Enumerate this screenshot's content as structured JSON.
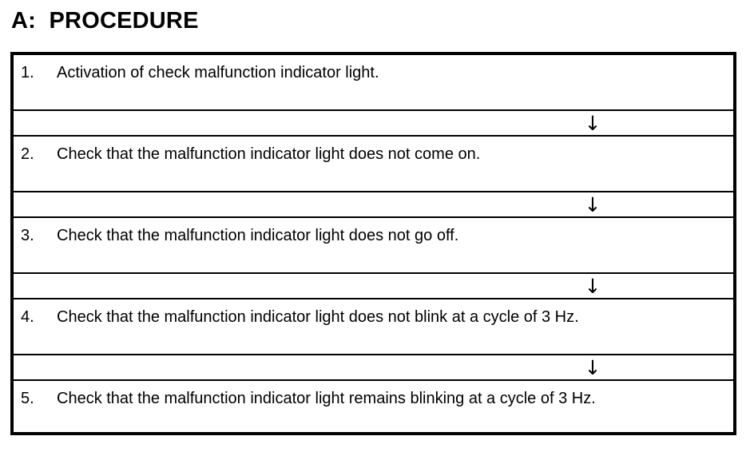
{
  "document": {
    "title": "A:  PROCEDURE",
    "background_color": "#ffffff",
    "ink_color": "#000000"
  },
  "flowchart": {
    "type": "vertical-sequence",
    "connector_glyph": "↓",
    "connector_name": "down-arrow-icon",
    "steps": [
      {
        "number": "1.",
        "text": "Activation of check malfunction indicator light."
      },
      {
        "number": "2.",
        "text": "Check that the malfunction indicator light does not come on."
      },
      {
        "number": "3.",
        "text": "Check that the malfunction indicator light does not go off."
      },
      {
        "number": "4.",
        "text": "Check that the malfunction indicator light does not blink at a cycle of 3 Hz."
      },
      {
        "number": "5.",
        "text": "Check that the malfunction indicator light remains blinking at a cycle of 3 Hz."
      }
    ]
  }
}
